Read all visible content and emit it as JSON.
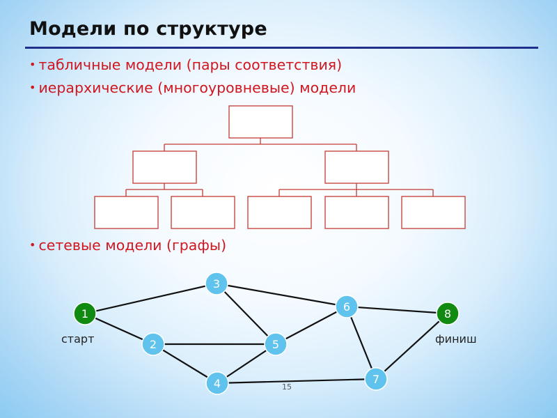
{
  "slide": {
    "title": "Модели по структуре",
    "bullets": [
      "табличные модели (пары соответствия)",
      "иерархические (многоуровневые) модели",
      "сетевые модели (графы)"
    ],
    "bullet_marker": "•",
    "page_number": "15",
    "accent_color": "#d0161f",
    "rule_color": "#1f2f8a"
  },
  "hierarchy": {
    "box_color": "#c23a32",
    "levels": [
      1,
      2,
      5
    ]
  },
  "graph": {
    "node_color": "#5fc3ee",
    "endpoint_color": "#118a11",
    "nodes": [
      {
        "id": "1",
        "kind": "start"
      },
      {
        "id": "2",
        "kind": "normal"
      },
      {
        "id": "3",
        "kind": "normal"
      },
      {
        "id": "4",
        "kind": "normal"
      },
      {
        "id": "5",
        "kind": "normal"
      },
      {
        "id": "6",
        "kind": "normal"
      },
      {
        "id": "7",
        "kind": "normal"
      },
      {
        "id": "8",
        "kind": "finish"
      }
    ],
    "edges": [
      [
        "1",
        "3"
      ],
      [
        "1",
        "2"
      ],
      [
        "3",
        "5"
      ],
      [
        "3",
        "6"
      ],
      [
        "2",
        "5"
      ],
      [
        "2",
        "4"
      ],
      [
        "4",
        "5"
      ],
      [
        "4",
        "7"
      ],
      [
        "5",
        "6"
      ],
      [
        "6",
        "8"
      ],
      [
        "6",
        "7"
      ],
      [
        "7",
        "8"
      ]
    ],
    "start_label": "старт",
    "finish_label": "финиш"
  }
}
